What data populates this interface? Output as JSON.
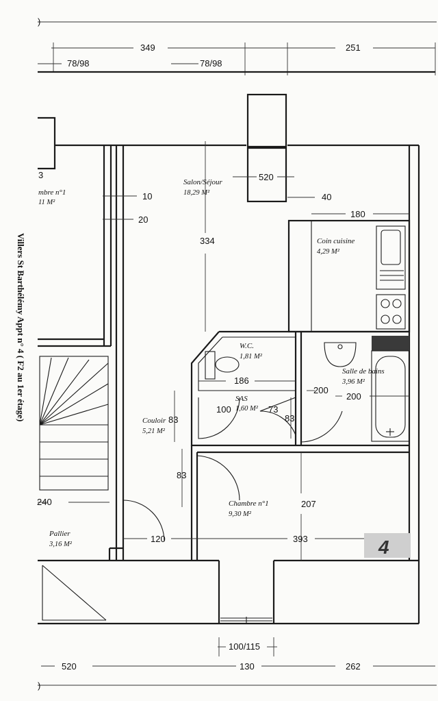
{
  "side_caption": "Villers St Barthélémy Appt n° 4 ( F2 au 1er étage)",
  "rooms": {
    "chambre_left": {
      "name": "mbre n°1",
      "area": "11 M²"
    },
    "salon": {
      "name": "Salon/Séjour",
      "area": "18,29 M²"
    },
    "cuisine": {
      "name": "Coin cuisine",
      "area": "4,29 M²"
    },
    "wc": {
      "name": "W.C.",
      "area": "1,81 M²"
    },
    "sdb": {
      "name": "Salle de bains",
      "area": "3,96 M²"
    },
    "sas": {
      "name": "SAS",
      "area": "1,60 M²"
    },
    "couloir": {
      "name": "Couloir",
      "area": "5,21 M²"
    },
    "chambre": {
      "name": "Chambre n°1",
      "area": "9,30 M²"
    },
    "pallier": {
      "name": "Pallier",
      "area": "3,16 M²"
    }
  },
  "dims": {
    "top_349": "349",
    "top_251": "251",
    "win_left": "78/98",
    "win_mid": "78/98",
    "d_520_top": "520",
    "d_40": "40",
    "d_180": "180",
    "d_334": "334",
    "d_10": "10",
    "d_20": "20",
    "d_3": "3",
    "d_186": "186",
    "d_200a": "200",
    "d_200b": "200",
    "d_100": "100",
    "d_73": "73",
    "d_83a": "83",
    "d_83b": "83",
    "d_83c": "83",
    "d_207": "207",
    "d_240": "240",
    "d_120": "120",
    "d_393": "393",
    "d_100_115": "100/115",
    "bot_520": "520",
    "bot_130": "130",
    "bot_262": "262",
    "top_0": ")",
    "bot_0": ")"
  },
  "badge": "4"
}
